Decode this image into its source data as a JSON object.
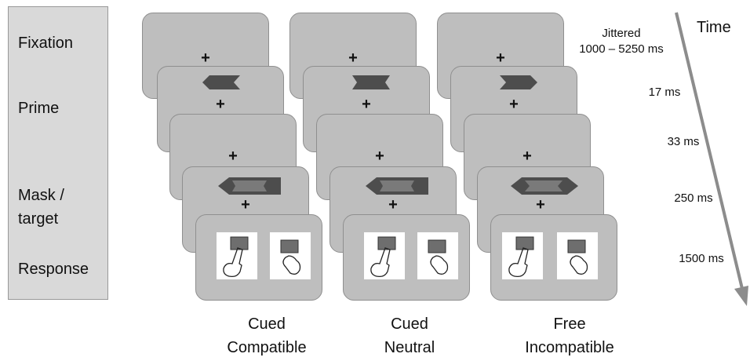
{
  "phases": [
    "Fixation",
    "Prime",
    "Mask /",
    "target",
    "Response"
  ],
  "fixation_symbol": "+",
  "timings": {
    "fixation_line1": "Jittered",
    "fixation_line2": "1000 – 5250 ms",
    "prime": "17 ms",
    "blank": "33 ms",
    "mask": "250 ms",
    "response": "1500 ms"
  },
  "time_label": "Time",
  "conditions": [
    {
      "line1": "Cued",
      "line2": "Compatible"
    },
    {
      "line1": "Cued",
      "line2": "Neutral"
    },
    {
      "line1": "Free",
      "line2": "Incompatible"
    }
  ],
  "colors": {
    "screen": "#bebebe",
    "prime_shape": "#4d4d4d",
    "target_inner": "#7a7a7a",
    "arrow": "#8c8c8c"
  }
}
